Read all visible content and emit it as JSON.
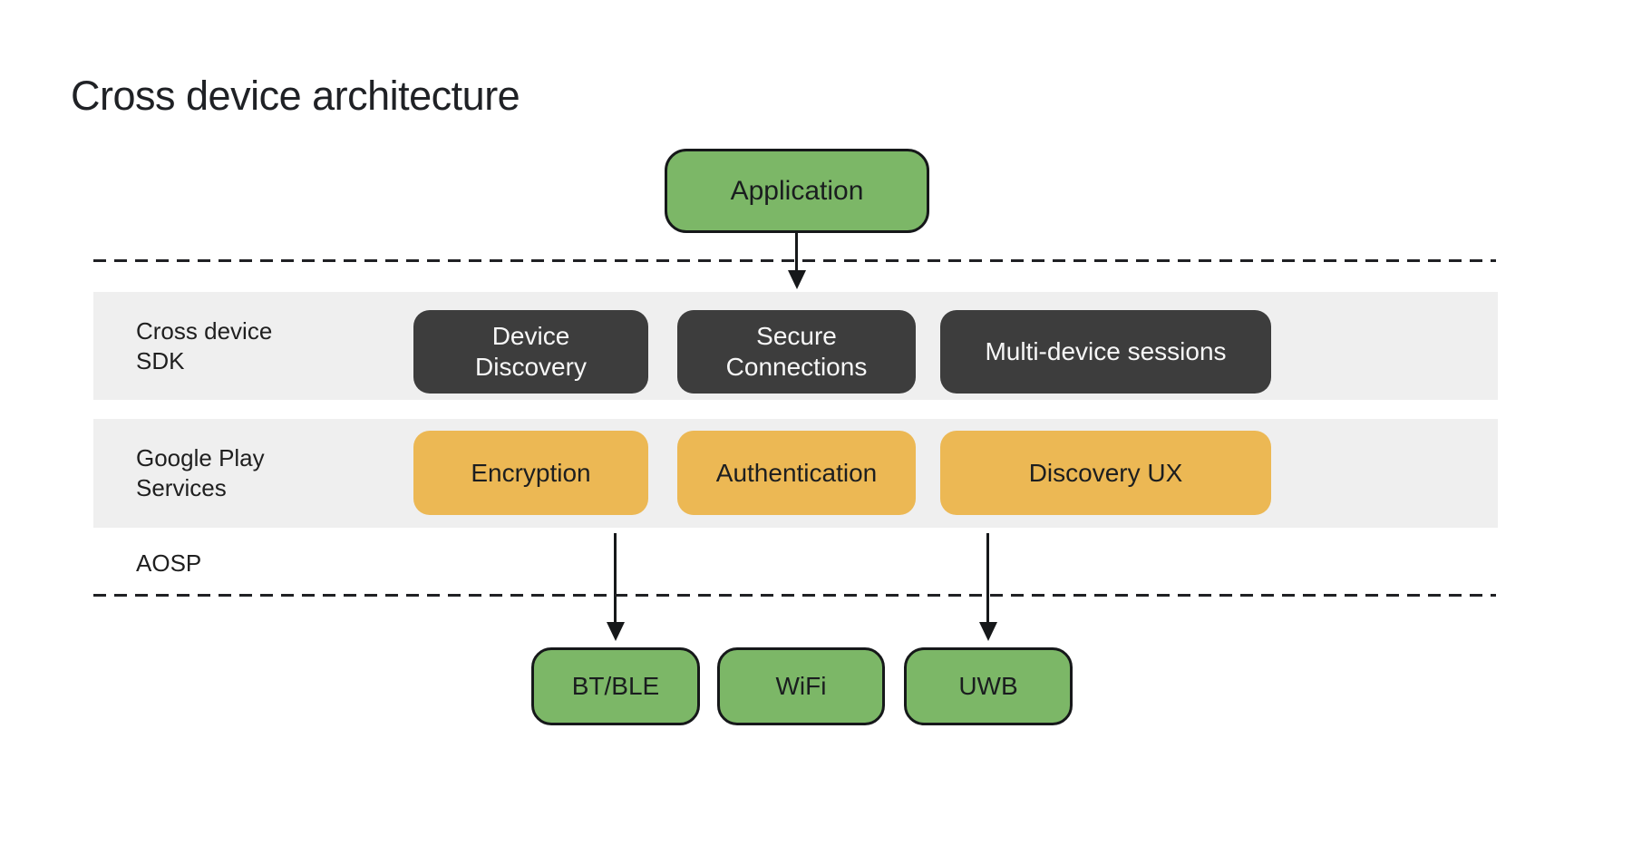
{
  "title": "Cross device architecture",
  "application": {
    "label": "Application"
  },
  "bands": [
    {
      "id": "cross-device-sdk",
      "label": "Cross device\nSDK",
      "boxes": [
        {
          "label": "Device\nDiscovery"
        },
        {
          "label": "Secure\nConnections"
        },
        {
          "label": "Multi-device sessions"
        }
      ]
    },
    {
      "id": "google-play-services",
      "label": "Google Play\nServices",
      "boxes": [
        {
          "label": "Encryption"
        },
        {
          "label": "Authentication"
        },
        {
          "label": "Discovery UX"
        }
      ]
    }
  ],
  "aosp": {
    "label": "AOSP"
  },
  "bottom_boxes": [
    {
      "label": "BT/BLE"
    },
    {
      "label": "WiFi"
    },
    {
      "label": "UWB"
    }
  ],
  "colors": {
    "node_green": "#7cb767",
    "node_dark": "#3d3d3d",
    "node_orange": "#ecb854",
    "band_gray": "#efefef",
    "border_dark": "#16181a",
    "text_dark": "#202124",
    "text_light": "#f7f7f7",
    "background": "#ffffff"
  }
}
